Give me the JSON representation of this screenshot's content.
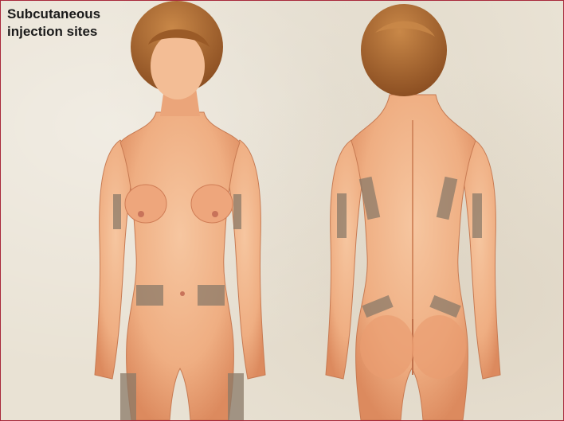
{
  "title": {
    "line1": "Subcutaneous",
    "line2": "injection sites"
  },
  "colors": {
    "frame_border": "#a8283a",
    "background": "#e9e2d4",
    "skin": "#f0b386",
    "skin_shadow": "#d9825a",
    "hair": "#a8642e",
    "injection_site": "#8a7a68"
  },
  "figures": [
    "front-view",
    "back-view"
  ]
}
